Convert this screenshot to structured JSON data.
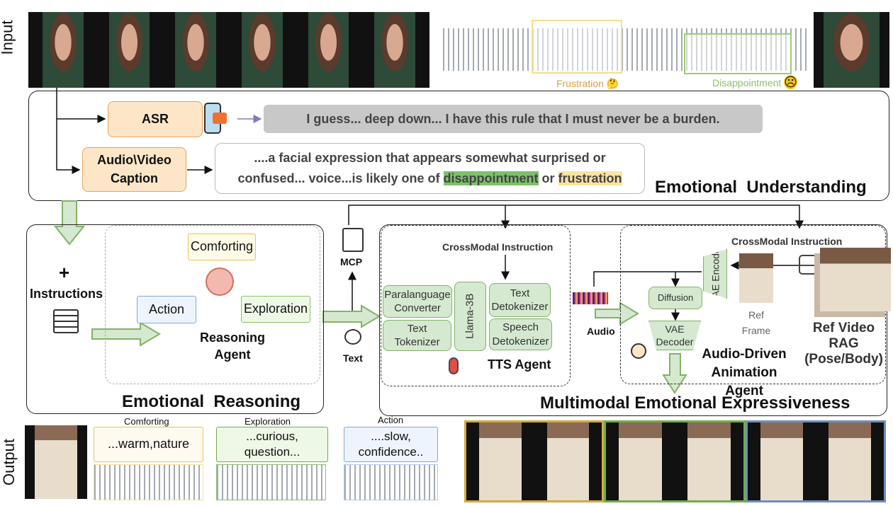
{
  "input": {
    "label": "Input",
    "emotions": [
      {
        "label": "Frustration",
        "color": "#d9a040",
        "emoji": "🤔"
      },
      {
        "label": "Disappointment",
        "color": "#8cc06a",
        "emoji": "☹"
      }
    ]
  },
  "understanding": {
    "asr_label": "ASR",
    "asr_text": "I guess... deep down... I have this rule that I must never be a burden.",
    "caption_label": "Audio\\Video Caption",
    "caption_text_1": "....a facial expression that appears somewhat surprised or",
    "caption_text_2": "confused... voice...is likely one of ",
    "caption_hl_1": "disappointment",
    "caption_or": " or ",
    "caption_hl_2": "frustration",
    "title": "Emotional  Understanding"
  },
  "reasoning": {
    "plus": "+",
    "instructions": "Instructions",
    "comforting": "Comforting",
    "action": "Action",
    "exploration": "Exploration",
    "agent": "Reasoning Agent",
    "title": "Emotional  Reasoning"
  },
  "links": {
    "mcp": "MCP",
    "text": "Text",
    "audio": "Audio"
  },
  "tts": {
    "instruction": "CrossModal Instruction",
    "paralanguage": "Paralanguage Converter",
    "text_tokenizer": "Text Tokenizer",
    "llama": "Llama-3B",
    "text_detok": "Text Detokenizer",
    "speech_detok": "Speech Detokenizer",
    "title": "TTS Agent"
  },
  "animation": {
    "instruction": "CrossModal Instruction",
    "diffusion": "Diffusion",
    "vae_decoder": "VAE Decoder",
    "vae_encoder": "VAE Encoder",
    "ref_frame": "Ref Frame",
    "ref_video": "Ref Video RAG (Pose/Body)",
    "title": "Audio-Driven Animation Agent"
  },
  "expressiveness_title": "Multimodal Emotional Expressiveness",
  "output": {
    "label": "Output",
    "items": [
      {
        "label": "Comforting",
        "text": "...warm,nature",
        "color": "#e6c25a"
      },
      {
        "label": "Exploration",
        "text": "...curious, question...",
        "color": "#6fae45"
      },
      {
        "label": "Action",
        "text": "....slow, confidence..",
        "color": "#7ea6e0"
      }
    ]
  },
  "colors": {
    "green_arrow": "#d5e8d0",
    "green_border": "#82b366",
    "orange": "#fde6c8",
    "gray_box": "#c8c8c8"
  }
}
